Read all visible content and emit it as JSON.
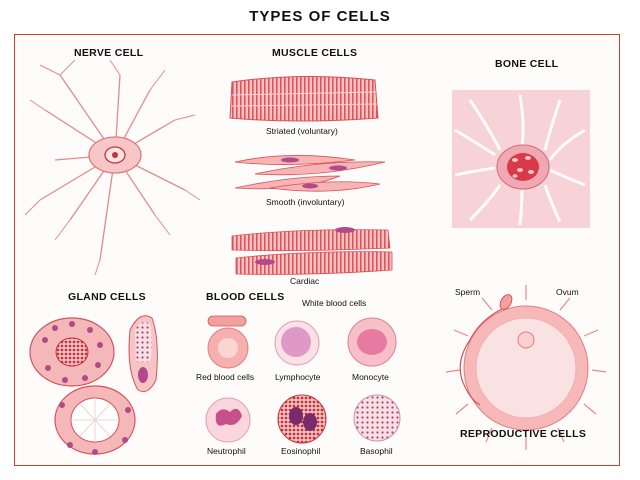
{
  "title": "TYPES OF CELLS",
  "sections": {
    "nerve": "NERVE CELL",
    "muscle": "MUSCLE CELLS",
    "bone": "BONE CELL",
    "gland": "GLAND CELLS",
    "blood": "BLOOD CELLS",
    "reproductive": "REPRODUCTIVE CELLS"
  },
  "muscle_labels": {
    "striated": "Striated (voluntary)",
    "smooth": "Smooth (involuntary)",
    "cardiac": "Cardiac"
  },
  "blood_labels": {
    "white_group": "White blood cells",
    "red": "Red blood cells",
    "lymphocyte": "Lymphocyte",
    "monocyte": "Monocyte",
    "neutrophil": "Neutrophil",
    "eosinophil": "Eosinophil",
    "basophil": "Basophil"
  },
  "reproductive_labels": {
    "sperm": "Sperm",
    "ovum": "Ovum"
  },
  "colors": {
    "frame": "#c9402e",
    "cell_pink": "#f4b8b8",
    "cell_light": "#fbe3e3",
    "nucleus": "#c8303a",
    "stain_purple": "#a0457a"
  }
}
